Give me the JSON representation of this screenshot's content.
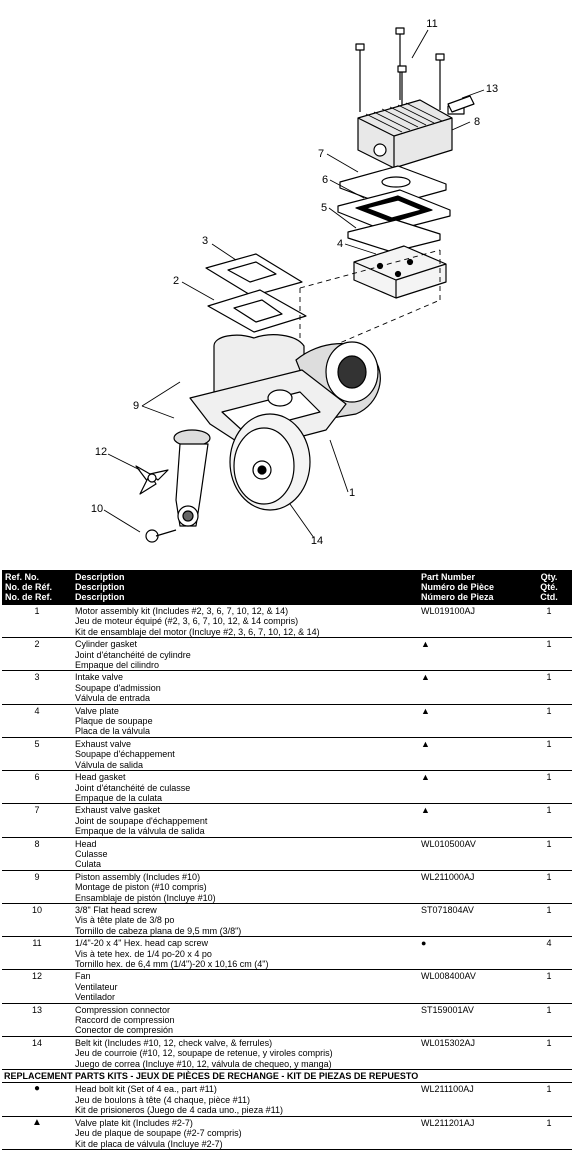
{
  "diagram": {
    "callouts": [
      "11",
      "13",
      "8",
      "7",
      "6",
      "5",
      "4",
      "3",
      "2",
      "9",
      "12",
      "1",
      "10",
      "14"
    ]
  },
  "table": {
    "headers": {
      "ref": [
        "Ref. No.",
        "No. de Réf.",
        "No. de Ref."
      ],
      "desc": [
        "Description",
        "Description",
        "Description"
      ],
      "pn": [
        "Part Number",
        "Numéro de Pièce",
        "Número de Pieza"
      ],
      "qty": [
        "Qty.",
        "Qté.",
        "Ctd."
      ]
    },
    "rows": [
      {
        "ref": "1",
        "desc": [
          "Motor assembly kit (Includes #2, 3, 6, 7, 10, 12, & 14)",
          "Jeu de moteur équipé (#2, 3, 6, 7, 10, 12, & 14 compris)",
          "Kit de ensamblaje del motor (Incluye #2, 3, 6, 7, 10, 12, & 14)"
        ],
        "pn": "WL019100AJ",
        "qty": "1"
      },
      {
        "ref": "2",
        "desc": [
          "Cylinder gasket",
          "Joint d'étanchéité de cylindre",
          "Empaque del cilindro"
        ],
        "pn": "▲",
        "qty": "1"
      },
      {
        "ref": "3",
        "desc": [
          "Intake valve",
          "Soupape d'admission",
          "Válvula de entrada"
        ],
        "pn": "▲",
        "qty": "1"
      },
      {
        "ref": "4",
        "desc": [
          "Valve plate",
          "Plaque de soupape",
          "Placa de la válvula"
        ],
        "pn": "▲",
        "qty": "1"
      },
      {
        "ref": "5",
        "desc": [
          "Exhaust valve",
          "Soupape d'échappement",
          "Válvula de salida"
        ],
        "pn": "▲",
        "qty": "1"
      },
      {
        "ref": "6",
        "desc": [
          "Head gasket",
          "Joint d'étanchéité de culasse",
          "Empaque de la culata"
        ],
        "pn": "▲",
        "qty": "1"
      },
      {
        "ref": "7",
        "desc": [
          "Exhaust valve gasket",
          "Joint de soupape d'échappement",
          "Empaque de la válvula de salida"
        ],
        "pn": "▲",
        "qty": "1"
      },
      {
        "ref": "8",
        "desc": [
          "Head",
          "Culasse",
          "Culata"
        ],
        "pn": "WL010500AV",
        "qty": "1"
      },
      {
        "ref": "9",
        "desc": [
          "Piston assembly (Includes #10)",
          "Montage de piston  (#10 compris)",
          "Ensamblaje de pistón  (Incluye #10)"
        ],
        "pn": "WL211000AJ",
        "qty": "1"
      },
      {
        "ref": "10",
        "desc": [
          "3/8\" Flat head screw",
          "Vis à tête plate de 3/8 po",
          "Tornillo de cabeza plana de 9,5 mm (3/8\")"
        ],
        "pn": "ST071804AV",
        "qty": "1"
      },
      {
        "ref": "11",
        "desc": [
          "1/4\"-20 x 4\" Hex. head cap screw",
          "Vis à tete hex. de 1/4 po-20 x 4 po",
          "Tornillo hex. de 6,4 mm (1/4\")-20 x 10,16 cm (4\")"
        ],
        "pn": "●",
        "qty": "4"
      },
      {
        "ref": "12",
        "desc": [
          "Fan",
          "Ventilateur",
          "Ventilador"
        ],
        "pn": "WL008400AV",
        "qty": "1"
      },
      {
        "ref": "13",
        "desc": [
          "Compression connector",
          "Raccord de compression",
          "Conector de compresión"
        ],
        "pn": "ST159001AV",
        "qty": "1"
      },
      {
        "ref": "14",
        "desc": [
          "Belt kit (Includes #10, 12, check valve, & ferrules)",
          "Jeu de courroie (#10, 12, soupape de retenue, y viroles compris)",
          "Juego de correa (Incluye #10, 12, válvula de chequeo, y manga)"
        ],
        "pn": "WL015302AJ",
        "qty": "1"
      }
    ],
    "section_title": "REPLACEMENT PARTS KITS - JEUX DE PIÈCES DE RECHANGE - KIT DE PIEZAS DE REPUESTO",
    "kit_rows": [
      {
        "ref": "●",
        "desc": [
          "Head bolt kit (Set of 4 ea., part #11)",
          "Jeu de boulons à tête (4 chaque, pièce #11)",
          "Kit de prisioneros (Juego de 4 cada uno., pieza #11)"
        ],
        "pn": "WL211100AJ",
        "qty": "1"
      },
      {
        "ref": "▲",
        "desc": [
          "Valve plate kit (Includes #2-7)",
          "Jeu de plaque de soupape (#2-7 compris)",
          "Kit de placa de válvula (Incluye #2-7)"
        ],
        "pn": "WL211201AJ",
        "qty": "1"
      }
    ]
  }
}
